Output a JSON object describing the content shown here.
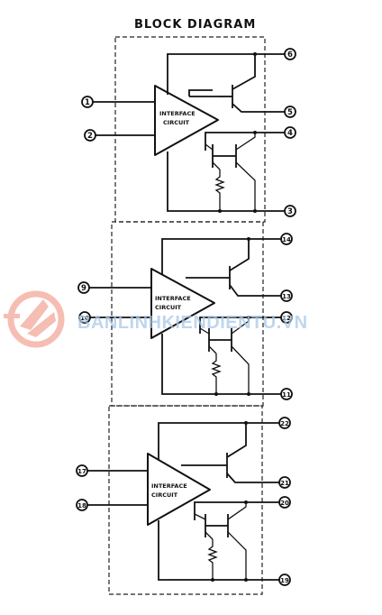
{
  "title": "BLOCK DIAGRAM",
  "watermark": {
    "text": "BANLINHKIENDIENTU.VN",
    "logo_color": "#f3a79a",
    "text_color": "#a9c9e8"
  },
  "blocks": [
    {
      "amp_label_1": "INTERFACE",
      "amp_label_2": "CIRCUIT",
      "pins": {
        "in1": "1",
        "in2": "2",
        "top": "6",
        "out": "5",
        "mid": "4",
        "bottom": "3"
      }
    },
    {
      "amp_label_1": "INTERFACE",
      "amp_label_2": "CIRCUIT",
      "pins": {
        "in1": "9",
        "in2": "10",
        "top": "14",
        "out": "13",
        "mid": "12",
        "bottom": "11"
      }
    },
    {
      "amp_label_1": "INTERFACE",
      "amp_label_2": "CIRCUIT",
      "pins": {
        "in1": "17",
        "in2": "18",
        "top": "22",
        "out": "21",
        "mid": "20",
        "bottom": "19"
      }
    }
  ]
}
